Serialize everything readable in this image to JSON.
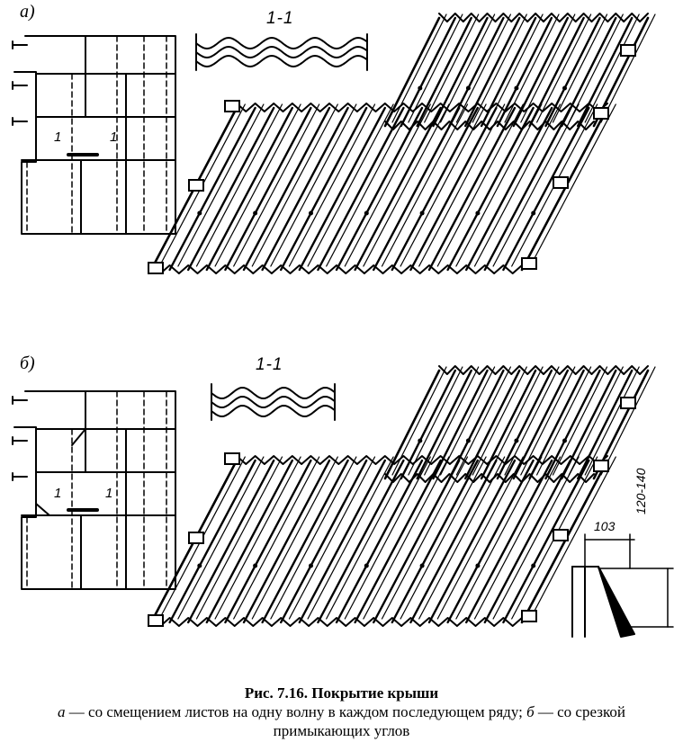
{
  "panel_a": {
    "letter": "а)",
    "section": "1-1",
    "mark_left": "1",
    "mark_right": "1"
  },
  "panel_b": {
    "letter": "б)",
    "section": "1-1",
    "mark_left": "1",
    "mark_right": "1",
    "dim_width": "103",
    "dim_height": "120-140"
  },
  "caption": {
    "title": "Рис. 7.16. Покрытие крыши",
    "a_letter": "а",
    "a_text": " — со смещением листов на одну волну в каждом последующем ряду; ",
    "b_letter": "б",
    "b_text": " — со срезкой примыкающих углов"
  }
}
